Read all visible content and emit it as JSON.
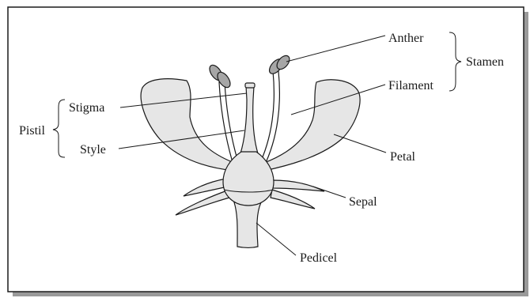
{
  "labels": {
    "anther": "Anther",
    "stamen": "Stamen",
    "filament": "Filament",
    "stigma": "Stigma",
    "pistil": "Pistil",
    "style": "Style",
    "petal": "Petal",
    "sepal": "Sepal",
    "pedicel": "Pedicel"
  },
  "colors": {
    "petal_fill": "#e6e6e6",
    "stamen_fill": "#a6a6a6",
    "outline": "#1a1a1a",
    "frame_shadow": "#9a9a9a"
  }
}
